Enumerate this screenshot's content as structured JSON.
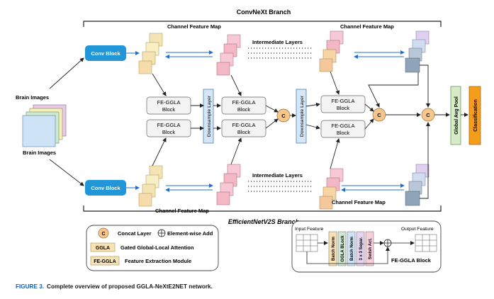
{
  "diagram": {
    "convnext_branch": "ConvNeXt Branch",
    "efficientnet_branch": "EfficientNetV2S Branch",
    "brain_images_top": "Brain Images",
    "brain_images_bottom": "Brain Images",
    "conv_block": "Conv Block",
    "channel_feature_map": "Channel Feature Map",
    "intermediate_layers": "Intermediate Layers",
    "fe_ggla": "FE-GGLA",
    "block": "Block",
    "downsample_layer": "Downsample Layer",
    "concat_symbol": "C",
    "global_avg_pool": "Global Avg Pool",
    "classification": "Classification"
  },
  "legend": {
    "concat_label": "Concat Layer",
    "elementwise_label": "Element-wise Add",
    "ggla_key": "GGLA",
    "ggla_desc": "Gated Global-Local Attention",
    "feggla_key": "FE-GGLA",
    "feggla_desc": "Feature Extraction Module"
  },
  "module": {
    "input_feature": "Input Feature",
    "output_feature": "Output Feature",
    "layers": [
      "Batch Norm",
      "GGLA BLock",
      "Batch Norm",
      "3 x 3 Separ.",
      "Swish Act."
    ],
    "title": "FE-GGLA Block"
  },
  "caption": {
    "label": "FIGURE 3.",
    "text": "Complete overview of proposed GGLA-NeXtE2NET network."
  },
  "colors": {
    "conv_block": "#2196d9",
    "concat": "#f7c68c",
    "global_avg_pool": "#d6ecc9",
    "classification": "#f59c1b",
    "downsample": "#d4e6f7",
    "caption_label": "#1c5fb5"
  }
}
